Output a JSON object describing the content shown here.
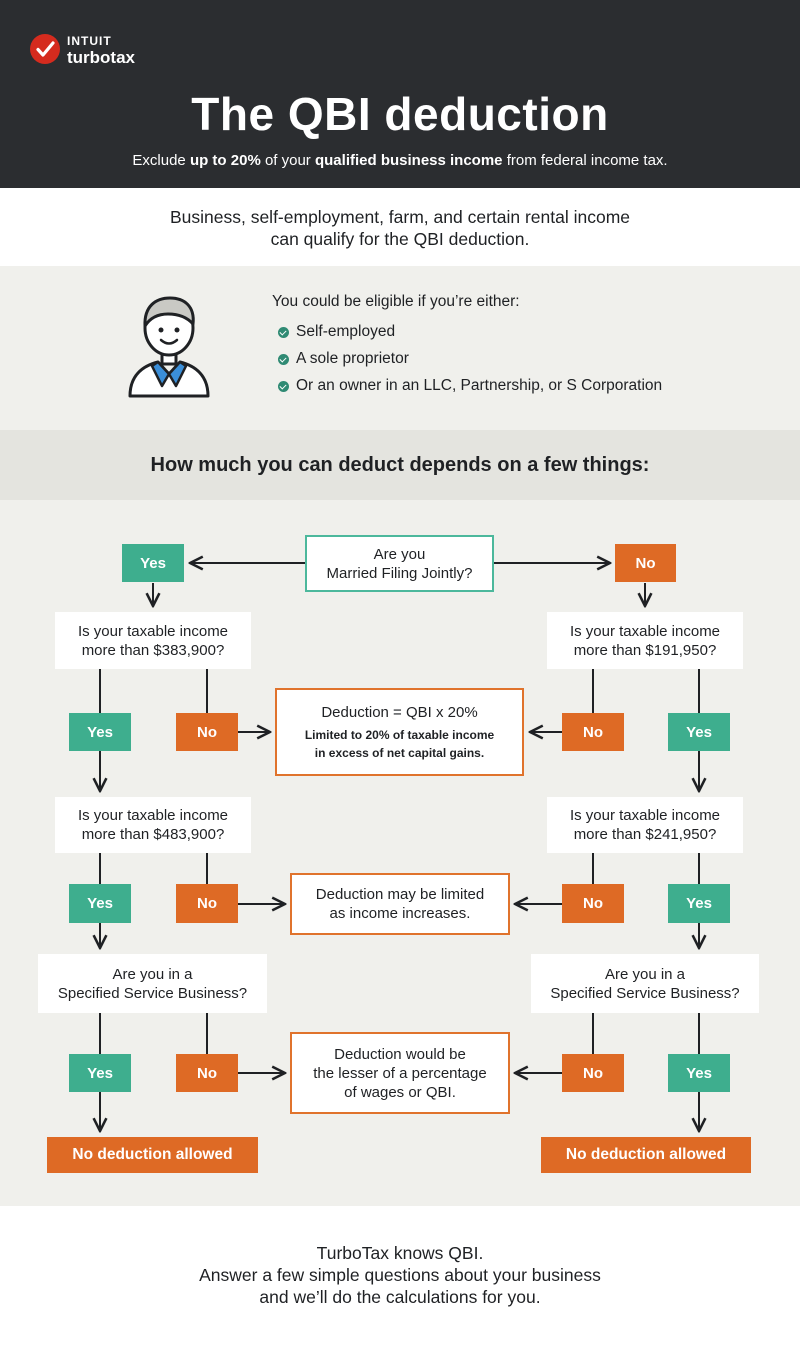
{
  "brand": {
    "intuit": "INTUIT",
    "turbotax": "turbotax"
  },
  "header": {
    "title": "The QBI deduction",
    "subtitle_pre": "Exclude ",
    "subtitle_b1": "up to 20%",
    "subtitle_mid": " of your ",
    "subtitle_b2": "qualified business income",
    "subtitle_post": " from federal income tax."
  },
  "intro": {
    "line1": "Business, self-employment, farm, and certain rental income",
    "line2": "can qualify for the QBI deduction."
  },
  "eligibility": {
    "lead": "You could be eligible if you’re either:",
    "items": [
      "Self-employed",
      "A sole proprietor",
      "Or an owner in an LLC, Partnership, or S Corporation"
    ]
  },
  "section_title": "How much you can deduct depends on a few things:",
  "flow": {
    "start": {
      "line1": "Are you",
      "line2": "Married Filing Jointly?"
    },
    "yes": "Yes",
    "no": "No",
    "left_q1": {
      "line1": "Is your taxable income",
      "line2": "more than $383,900?"
    },
    "right_q1": {
      "line1": "Is your taxable income",
      "line2": "more than $191,950?"
    },
    "left_q2": {
      "line1": "Is your taxable income",
      "line2": "more than $483,900?"
    },
    "right_q2": {
      "line1": "Is your taxable income",
      "line2": "more than $241,950?"
    },
    "left_q3": {
      "line1": "Are you in a",
      "line2": "Specified Service Business?"
    },
    "right_q3": {
      "line1": "Are you in a",
      "line2": "Specified Service Business?"
    },
    "result1": {
      "main": "Deduction = QBI x 20%",
      "sub1": "Limited to 20% of taxable income",
      "sub2": "in excess of net capital gains."
    },
    "result2": {
      "line1": "Deduction may be limited",
      "line2": "as income increases."
    },
    "result3": {
      "line1": "Deduction would be",
      "line2": "the lesser of a percentage",
      "line3": "of wages or QBI."
    },
    "no_deduction": "No deduction allowed"
  },
  "footer": {
    "line1": "TurboTax knows QBI.",
    "line2": "Answer a few simple questions about your business",
    "line3": "and we’ll do the calculations for you."
  },
  "colors": {
    "dark": "#2b2d30",
    "green": "#3eae8e",
    "orange": "#de6a25",
    "light_bg": "#f0f0ec",
    "brand_red": "#d52b1e"
  }
}
